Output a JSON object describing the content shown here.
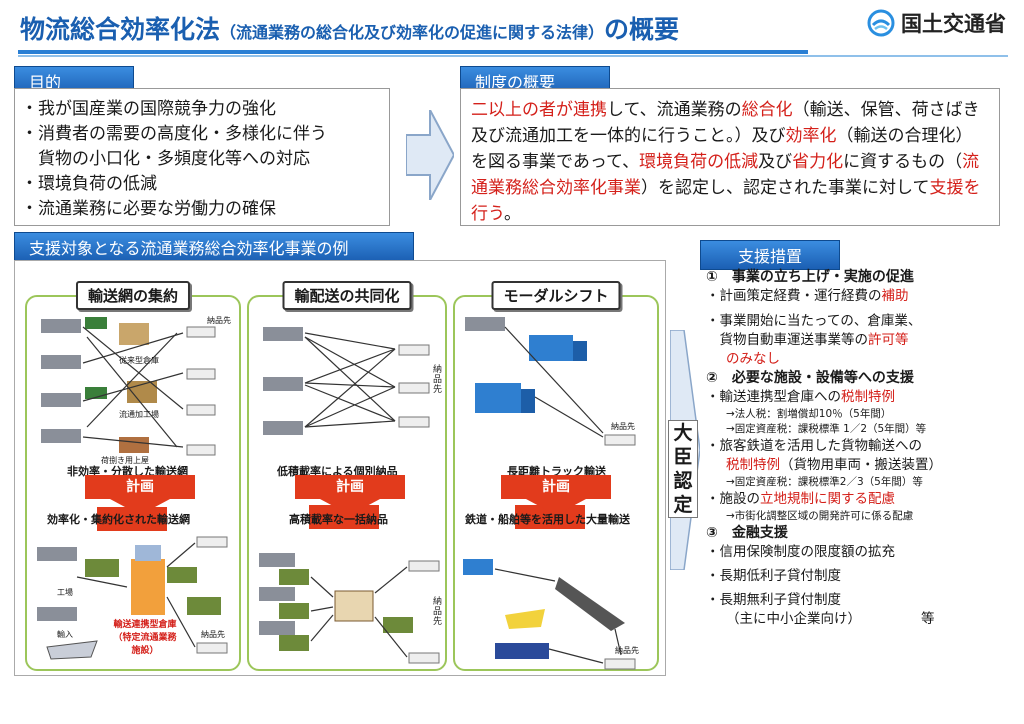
{
  "title": {
    "main": "物流総合効率化法",
    "sub": "（流通業務の総合化及び効率化の促進に関する法律）",
    "tail": "の概要"
  },
  "logo": {
    "text": "国土交通省"
  },
  "purpose": {
    "header": "目的",
    "items": [
      "・我が国産業の国際競争力の強化",
      "・消費者の需要の高度化・多様化に伴う",
      "　貨物の小口化・多頻度化等への対応",
      "・環境負荷の低減",
      "・流通業務に必要な労働力の確保"
    ]
  },
  "overview": {
    "header": "制度の概要",
    "p1": "二以上の者が連携",
    "p2": "して、流通業務の",
    "p3": "総合化",
    "p4": "（輸送、保管、荷さばき及び流通加工を一体的に行うこと。）及び",
    "p5": "効率化",
    "p6": "（輸送の合理化）を図る事業であって、",
    "p7": "環境負荷の低減",
    "p8": "及び",
    "p9": "省力化",
    "p10": "に資するもの（",
    "p11": "流通業務総合効率化事業",
    "p12": "）を認定し、認定された事業に対して",
    "p13": "支援を行う",
    "p14": "。"
  },
  "examples": {
    "header": "支援対象となる流通業務総合効率化事業の例",
    "col1": {
      "label": "輸送網の集約",
      "before": "非効率・分散した輸送網",
      "plan": "計画",
      "after": "効率化・集約化された輸送網",
      "warehouse": "従来型倉庫",
      "processing": "流通加工場",
      "cross": "荷捌き用上屋",
      "dest1": "納品先",
      "dest2": "納品先",
      "factory": "工場",
      "import": "輸入",
      "facility": "輸送連携型倉庫（特定流通業務施設）"
    },
    "col2": {
      "label": "輸配送の共同化",
      "before": "低積載率による個別納品",
      "plan": "計画",
      "after": "高積載率な一括納品",
      "dest1": "納品先",
      "dest2": "納品先"
    },
    "col3": {
      "label": "モーダルシフト",
      "before": "長距離トラック輸送",
      "plan": "計画",
      "after": "鉄道・船舶等を活用した大量輸送",
      "dest1": "納品先",
      "dest2": "納品先"
    }
  },
  "approval": "大臣認定",
  "support": {
    "header": "支援措置",
    "s1": "①　事業の立ち上げ・実施の促進",
    "s1a": "・計画策定経費・運行経費の",
    "s1a_r": "補助",
    "s1b": "・事業開始に当たっての、倉庫業、",
    "s1c": "　貨物自動車運送事業等の",
    "s1c_r": "許可等",
    "s1d_r": "のみなし",
    "s2": "②　必要な施設・設備等への支援",
    "s2a": "・輸送連携型倉庫への",
    "s2a_r": "税制特例",
    "s2a1": "→法人税：割増償却10％（5年間）",
    "s2a2": "→固定資産税：課税標準 1／2（5年間）等",
    "s2b": "・旅客鉄道を活用した貨物輸送への",
    "s2c_r": "税制特例",
    "s2c": "（貨物用車両・搬送装置）",
    "s2c1": "→固定資産税：課税標準2／3（5年間）等",
    "s2d": "・施設の",
    "s2d_r": "立地規制に関する配慮",
    "s2d1": "→市街化調整区域の開発許可に係る配慮",
    "s3": "③　金融支援",
    "s3a": "・信用保険制度の限度額の拡充",
    "s3b": "・長期低利子貸付制度",
    "s3c": "・長期無利子貸付制度",
    "s3d": "（主に中小企業向け）",
    "s3e": "等"
  }
}
